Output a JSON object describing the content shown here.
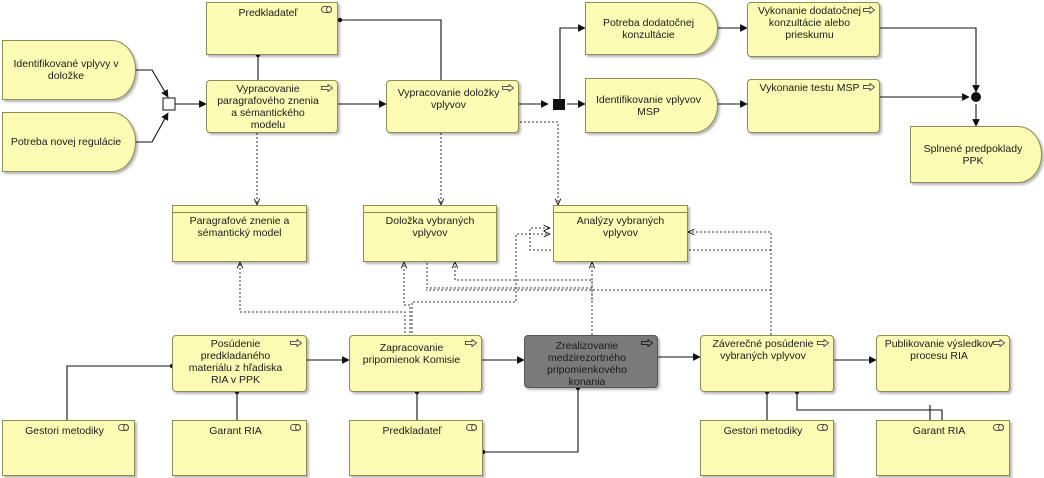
{
  "nodes": {
    "predkladatel_top": {
      "label": "Predkladateľ",
      "kind": "actor"
    },
    "identifikovane": {
      "label": "Identifikované vplyvy v doložke",
      "kind": "event"
    },
    "potreba_regulacie": {
      "label": "Potreba novej regulácie",
      "kind": "event"
    },
    "vypracovanie_paragraf": {
      "label": "Vypracovanie paragrafového znenia a sémantického modelu",
      "kind": "process"
    },
    "vypracovanie_dolozky": {
      "label": "Vypracovanie doložky vplyvov",
      "kind": "process"
    },
    "potreba_konzultacie": {
      "label": "Potreba dodatočnej konzultácie",
      "kind": "event"
    },
    "identifikovanie_msp": {
      "label": "Identifikovanie vplyvov MSP",
      "kind": "event"
    },
    "vykonanie_konzultacie": {
      "label": "Vykonanie dodatočnej konzultácie alebo prieskumu",
      "kind": "process"
    },
    "vykonanie_testu": {
      "label": "Vykonanie testu MSP",
      "kind": "process"
    },
    "splnene": {
      "label": "Splnené predpoklady PPK",
      "kind": "event"
    },
    "paragrafove_znenie": {
      "label": "Paragrafové znenie a sémantický model",
      "kind": "object"
    },
    "dolozka": {
      "label": "Doložka vybraných vplyvov",
      "kind": "object"
    },
    "analyzy": {
      "label": "Analýzy vybraných vplyvov",
      "kind": "object"
    },
    "posudenie": {
      "label": "Posúdenie predkladaného materiálu z hľadiska RIA v PPK",
      "kind": "process"
    },
    "zapracovanie": {
      "label": "Zapracovanie pripomienok Komisie",
      "kind": "process"
    },
    "zrealizovanie": {
      "label": "Zrealizovanie medzirezortného pripomienkového konania",
      "kind": "process",
      "highlight": "#7a7a7a"
    },
    "zaverecne": {
      "label": "Záverečné posúdenie vybraných vplyvov",
      "kind": "process"
    },
    "publikovanie": {
      "label": "Publikovanie výsledkov procesu RIA",
      "kind": "process"
    },
    "gestori_left": {
      "label": "Gestori metodiky",
      "kind": "actor"
    },
    "garant_left": {
      "label": "Garant RIA",
      "kind": "actor"
    },
    "predkladatel_bottom": {
      "label": "Predkladateľ",
      "kind": "actor"
    },
    "gestori_right": {
      "label": "Gestori metodiky",
      "kind": "actor"
    },
    "garant_right": {
      "label": "Garant RIA",
      "kind": "actor"
    }
  },
  "colors": {
    "node_fill": "#fdfcb4",
    "node_border": "#8c8c55",
    "highlight_fill": "#7a7a7a",
    "line": "#111111"
  },
  "icons": {
    "process": "arrow-right-icon",
    "actor": "actor-role-icon",
    "junction_or": "or-junction-icon",
    "junction_and": "and-junction-icon"
  }
}
